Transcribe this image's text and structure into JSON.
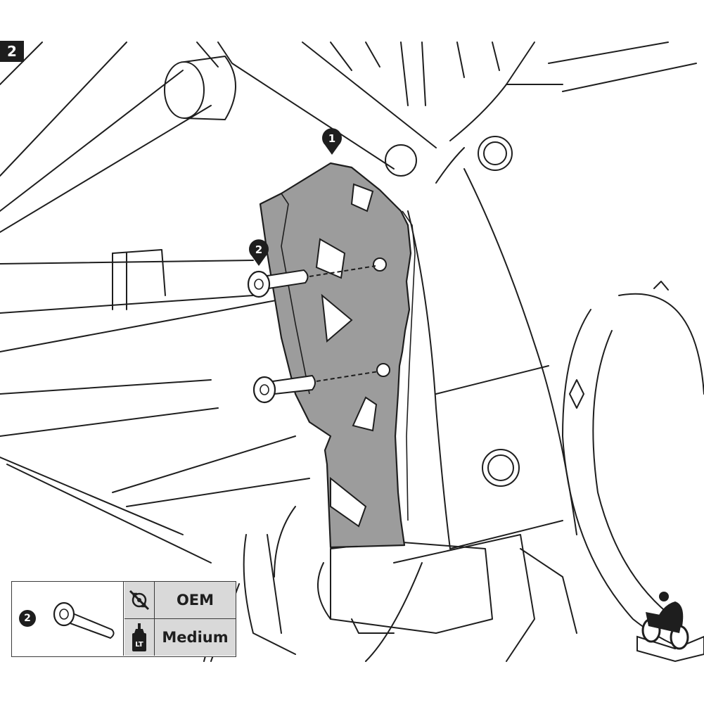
{
  "step": {
    "number": "2"
  },
  "callouts": [
    {
      "label": "1"
    },
    {
      "label": "2"
    }
  ],
  "legend": {
    "part_number": "2",
    "rows": [
      {
        "icon": "no-thread-lock-icon",
        "text": "OEM"
      },
      {
        "icon": "thread-lock-bottle-icon",
        "text": "Medium",
        "icon_text": "LT"
      }
    ]
  },
  "colors": {
    "line": "#1e1e1e",
    "plate_fill": "#9c9c9c",
    "legend_fill": "#d9d9d9",
    "badge": "#1e1e1e"
  },
  "icons": [
    "bolt-icon",
    "motorcycle-position-icon"
  ]
}
